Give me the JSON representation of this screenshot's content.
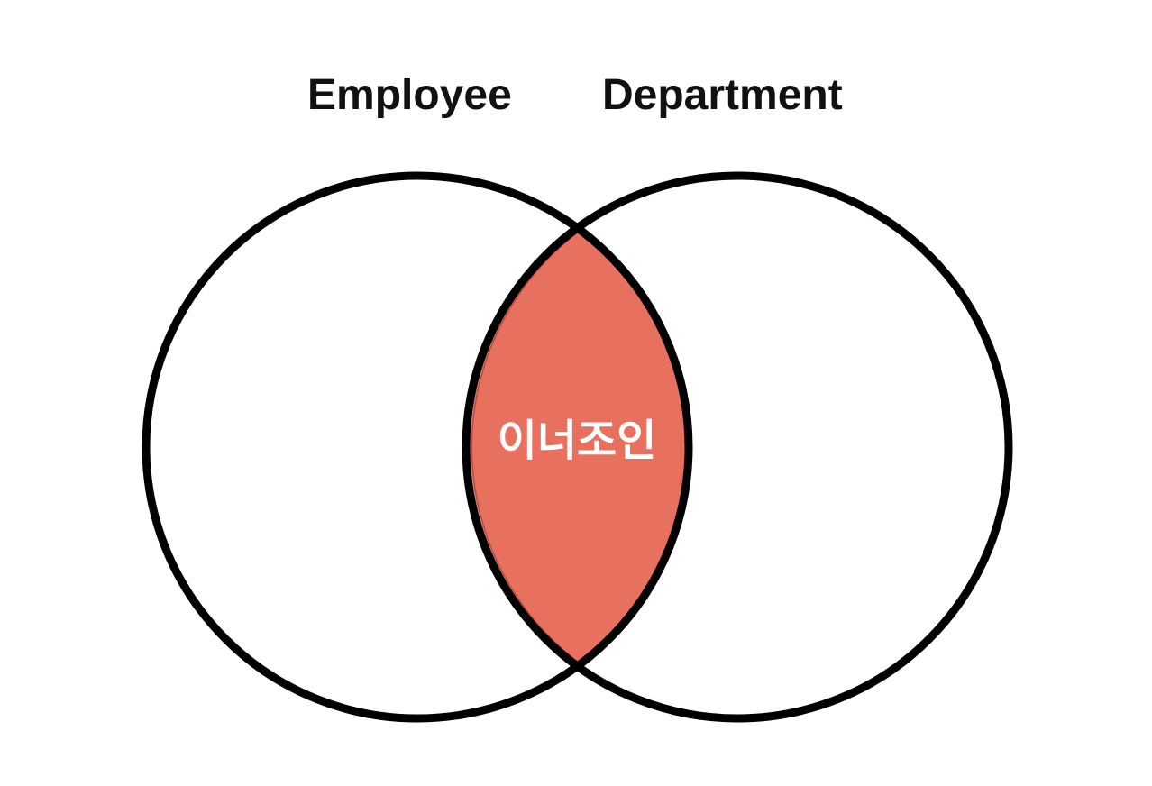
{
  "sets": {
    "left": {
      "label": "Employee"
    },
    "right": {
      "label": "Department"
    }
  },
  "intersection": {
    "label": "이너조인",
    "fill_color": "#e8705e",
    "edge_color": "#9a2c20"
  },
  "colors": {
    "outline": "#000000",
    "background": "#ffffff",
    "label_text": "#111111",
    "intersection_text": "#ffffff"
  }
}
